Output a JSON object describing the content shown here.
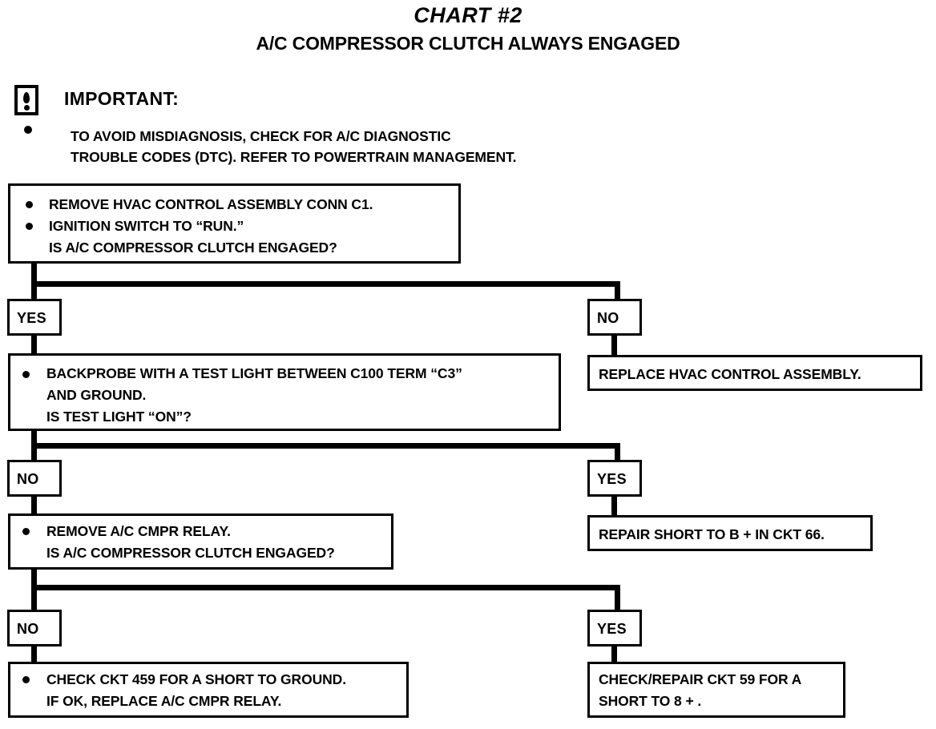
{
  "document": {
    "title": "CHART #2",
    "subtitle": "A/C COMPRESSOR CLUTCH ALWAYS ENGAGED"
  },
  "important": {
    "icon": "exclamation-in-box-icon",
    "label": "IMPORTANT:",
    "bullet": "•",
    "text": "TO AVOID MISDIAGNOSIS, CHECK FOR A/C DIAGNOSTIC\nTROUBLE CODES (DTC).  REFER TO POWERTRAIN MANAGEMENT."
  },
  "flow": {
    "steps": [
      {
        "id": "step-1",
        "kind": "decision",
        "bullets": [
          "REMOVE HVAC CONTROL ASSEMBLY CONN C1.",
          "IGNITION SWITCH TO “RUN.”"
        ],
        "text": "REMOVE HVAC CONTROL ASSEMBLY CONN C1.\nIGNITION SWITCH TO “RUN.”\nIS A/C COMPRESSOR CLUTCH ENGAGED?",
        "question": "IS A/C COMPRESSOR CLUTCH ENGAGED?"
      },
      {
        "id": "step-2",
        "kind": "decision",
        "text": "BACKPROBE WITH A TEST LIGHT BETWEEN C100 TERM “C3”\nAND GROUND.\nIS TEST LIGHT “ON”?",
        "question": "IS TEST LIGHT “ON”?"
      },
      {
        "id": "step-3",
        "kind": "decision",
        "text": "REMOVE A/C CMPR RELAY.\nIS A/C COMPRESSOR CLUTCH ENGAGED?",
        "question": "IS A/C COMPRESSOR CLUTCH ENGAGED?"
      },
      {
        "id": "step-4",
        "kind": "action",
        "text": "CHECK CKT 459 FOR A SHORT TO GROUND.\nIF OK, REPLACE A/C CMPR RELAY."
      }
    ],
    "branch_labels": {
      "b1_left": "YES",
      "b1_right": "NO",
      "b2_left": "NO",
      "b2_right": "YES",
      "b3_left": "NO",
      "b3_right": "YES"
    },
    "outcomes": [
      {
        "id": "outcome-1",
        "text": "REPLACE HVAC CONTROL ASSEMBLY."
      },
      {
        "id": "outcome-2",
        "text": "REPAIR SHORT TO B +  IN CKT 66."
      },
      {
        "id": "outcome-3",
        "text": "CHECK/REPAIR CKT 59 FOR A\nSHORT TO 8 + ."
      }
    ]
  },
  "colors": {
    "ink": "#000000",
    "paper": "#ffffff"
  }
}
